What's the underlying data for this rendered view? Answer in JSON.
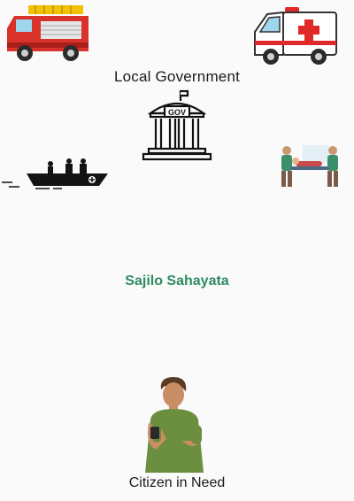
{
  "labels": {
    "government": "Local Government",
    "brand": "Sajilo Sahayata",
    "citizen": "Citizen in Need",
    "gov_sign": "GOV"
  },
  "icons": {
    "fire_truck": "fire-truck-icon",
    "ambulance": "ambulance-icon",
    "government": "government-building-icon",
    "rescue_boat": "rescue-boat-icon",
    "stretcher": "stretcher-rescue-icon",
    "citizen": "citizen-phone-icon"
  },
  "colors": {
    "brand": "#2e8b62",
    "fire_red": "#d9322b",
    "ambulance_red": "#e02a2a",
    "shirt_green": "#6b8f3e"
  }
}
